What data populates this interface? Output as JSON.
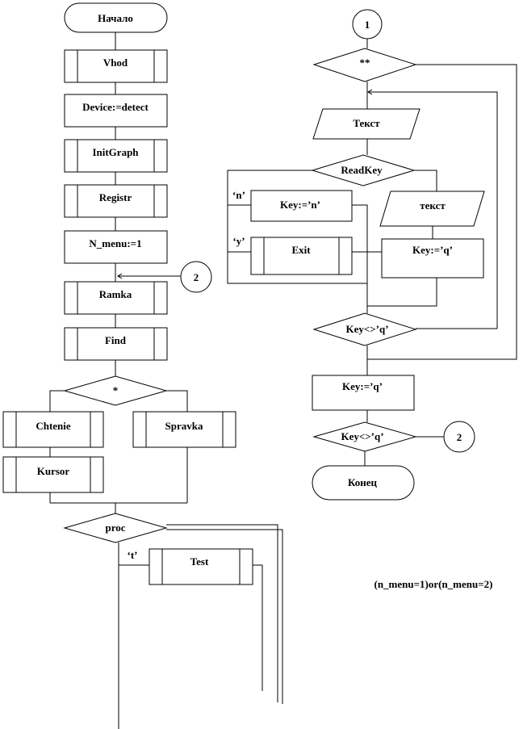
{
  "left": {
    "start": "Начало",
    "vhod": "Vhod",
    "device": "Device:=detect",
    "initgraph": "InitGraph",
    "registr": "Registr",
    "nmenu": "N_menu:=1",
    "connector2": "2",
    "ramka": "Ramka",
    "find": "Find",
    "star": "*",
    "chtenie": "Chtenie",
    "spravka": "Spravka",
    "kursor": "Kursor",
    "proc": "proc",
    "t_label": "‘t’",
    "test": "Test"
  },
  "right": {
    "connector1": "1",
    "starstar": "**",
    "tekst": "Текст",
    "readkey": "ReadKey",
    "n_label": "‘n’",
    "key_n": "Key:=’n’",
    "tekst2": "текст",
    "y_label": "‘y’",
    "exit": "Exit",
    "key_q": "Key:=’q’",
    "key_neq_q": "Key<>’q’",
    "key_q2": "Key:=’q’",
    "key_neq_q2": "Key<>’q’",
    "connector2b": "2",
    "end": "Конец"
  },
  "note": "(n_menu=1)or(n_menu=2)"
}
